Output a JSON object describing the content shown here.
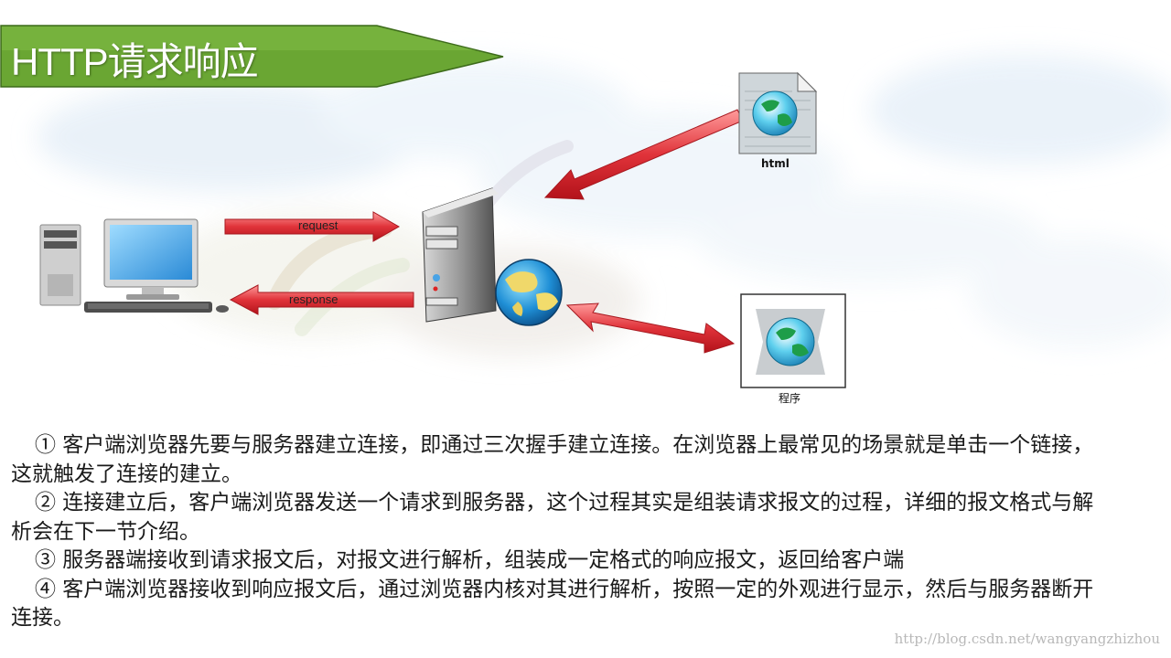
{
  "title": "HTTP请求响应",
  "colors": {
    "banner": "#6aa633",
    "arrow": "#e0333a",
    "cloud": "#eef5fb"
  },
  "diagram": {
    "request_label": "request",
    "response_label": "response",
    "html_label": "html",
    "program_label": "程序",
    "icons": [
      "desktop-computer-icon",
      "server-icon",
      "globe-icon",
      "html-document-icon",
      "program-icon"
    ]
  },
  "paragraphs": [
    "① 客户端浏览器先要与服务器建立连接，即通过三次握手建立连接。在浏览器上最常见的场景就是单击一个链接，这就触发了连接的建立。",
    "② 连接建立后，客户端浏览器发送一个请求到服务器，这个过程其实是组装请求报文的过程，详细的报文格式与解析会在下一节介绍。",
    "③ 服务器端接收到请求报文后，对报文进行解析，组装成一定格式的响应报文，返回给客户端",
    "④ 客户端浏览器接收到响应报文后，通过浏览器内核对其进行解析，按照一定的外观进行显示，然后与服务器断开连接。"
  ],
  "footer_url": "http://blog.csdn.net/wangyangzhizhou"
}
